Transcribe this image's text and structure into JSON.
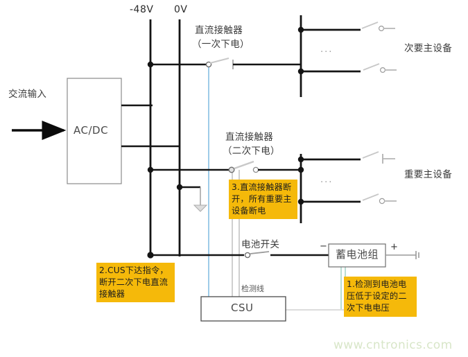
{
  "diagram": {
    "title_watermark": "www.cntronics.com",
    "rails": {
      "neg48_label": "-48V",
      "zero_label": "0V"
    },
    "blocks": {
      "acdc": "AC/DC",
      "csu": "CSU",
      "battery": "蓄电池组"
    },
    "labels": {
      "ac_input": "交流输入",
      "contactor_primary_line1": "直流接触器",
      "contactor_primary_line2": "（一次下电）",
      "contactor_secondary_line1": "直流接触器",
      "contactor_secondary_line2": "（二次下电）",
      "secondary_equipment": "次要主设备",
      "important_equipment": "重要主设备",
      "battery_switch": "电池开关",
      "detection_line": "检测线",
      "battery_minus": "−",
      "battery_plus": "+",
      "ellipsis_top": "...",
      "ellipsis_bottom": "..."
    },
    "callouts": [
      {
        "id": "step3",
        "text": "3.直流接触器断开，所有重要主设备断电"
      },
      {
        "id": "step2",
        "text": "2.CUS下达指令，断开二次下电直流接触器"
      },
      {
        "id": "step1",
        "text": "1.检测到电池电压低于设定的二次下电电压"
      }
    ],
    "colors": {
      "callout_bg": "#f5b90a",
      "wire": "#141414",
      "control_wire": "#9ecbe8",
      "detect_wire": "#b9ddd4",
      "box_stroke": "#5a5a5a",
      "watermark": "#d8e6c8"
    }
  }
}
